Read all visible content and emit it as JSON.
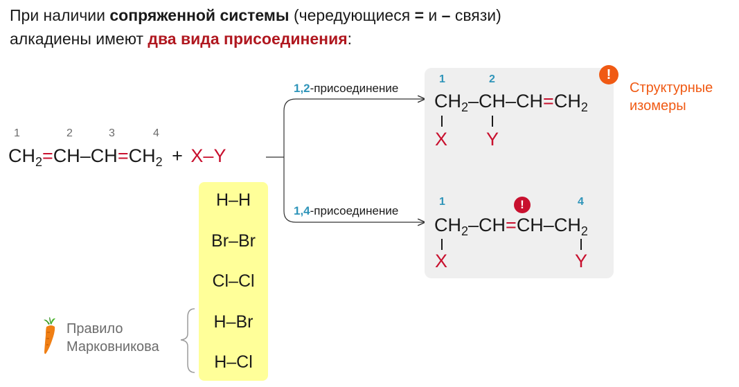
{
  "title": {
    "line1_a": "При наличии ",
    "line1_b": "сопряженной системы",
    "line1_c": " (чередующиеся ",
    "line1_d": "=",
    "line1_e": " и ",
    "line1_f": "–",
    "line1_g": " связи)",
    "line2_a": "алкадиены имеют ",
    "line2_b": "два вида присоединения",
    "line2_c": ":"
  },
  "diene": {
    "numbers": [
      "1",
      "2",
      "3",
      "4"
    ],
    "ch2_a": "CH",
    "sub_a": "2",
    "eq1": "=",
    "mid": "CH–CH",
    "eq2": "=",
    "ch2_b": "CH",
    "sub_b": "2",
    "plus": "+",
    "reagent": "X–Y"
  },
  "path12": {
    "num": "1,2",
    "label": "-присоединение",
    "numbers": [
      "1",
      "2"
    ],
    "f_a": "CH",
    "f_sub_a": "2",
    "f_b": "–CH–CH",
    "f_eq": "=",
    "f_c": "CH",
    "f_sub_c": "2",
    "x": "X",
    "y": "Y"
  },
  "path14": {
    "num": "1,4",
    "label": "-присоединение",
    "numbers": [
      "1",
      "4"
    ],
    "f_a": "CH",
    "f_sub_a": "2",
    "f_b": "–CH",
    "f_eq": "=",
    "f_c": "CH–CH",
    "f_sub_c": "2",
    "x": "X",
    "y": "Y",
    "alert": "!"
  },
  "isomers": {
    "alert": "!",
    "line1": "Структурные",
    "line2": "изомеры"
  },
  "reagents": [
    "H–H",
    "Br–Br",
    "Cl–Cl",
    "H–Br",
    "H–Cl"
  ],
  "rule": {
    "icon": "carrot-icon",
    "line1": "Правило",
    "line2": "Марковникова"
  },
  "colors": {
    "accent_red": "#c8102e",
    "title_red": "#b0171f",
    "blue_numbers": "#2e94b9",
    "orange": "#f05a14",
    "panel": "#efefef",
    "yellow": "#ffff99"
  }
}
